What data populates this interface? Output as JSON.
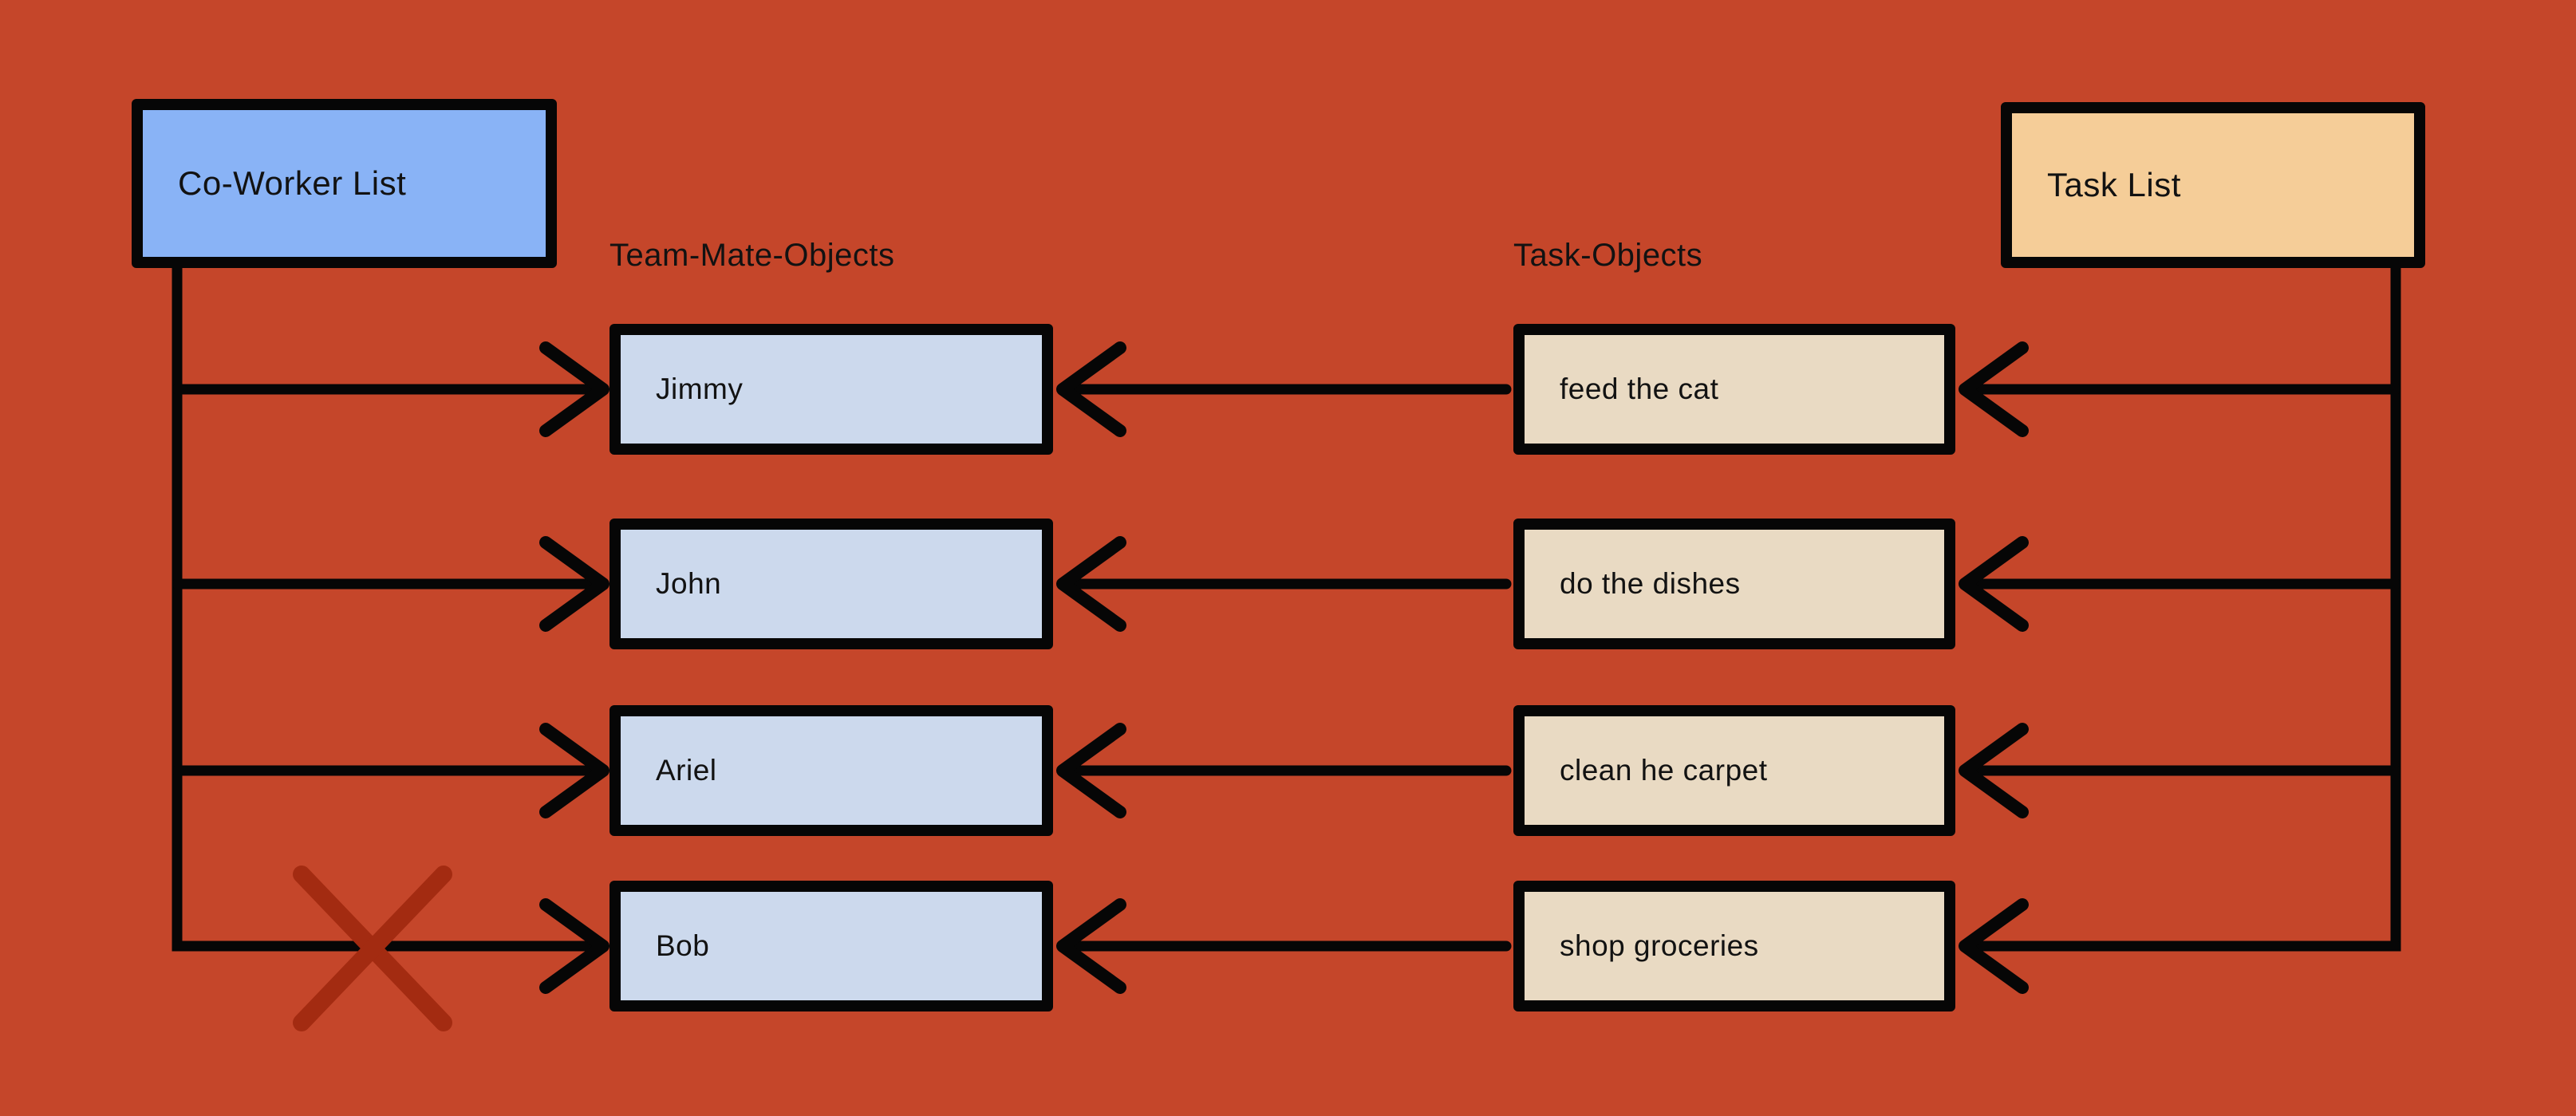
{
  "diagram": {
    "title_boxes": {
      "coworker_list": "Co-Worker List",
      "task_list": "Task List"
    },
    "column_labels": {
      "teammates": "Team-Mate-Objects",
      "tasks": "Task-Objects"
    },
    "rows": [
      {
        "teammate": "Jimmy",
        "task": "feed the cat"
      },
      {
        "teammate": "John",
        "task": "do the dishes"
      },
      {
        "teammate": "Ariel",
        "task": "clean he carpet"
      },
      {
        "teammate": "Bob",
        "task": "shop groceries"
      }
    ],
    "annotations": {
      "crossed_out": "X over arrow from Co-Worker List to Bob"
    },
    "colors": {
      "background": "#c5462a",
      "line": "#060606",
      "xmark": "#a32b11",
      "coworker-fill": "#89b3f6",
      "tasklist-fill": "#f5cd98",
      "teammate-fill": "#ccd9ed",
      "task-fill": "#e9dac3",
      "text": "#121212"
    }
  }
}
